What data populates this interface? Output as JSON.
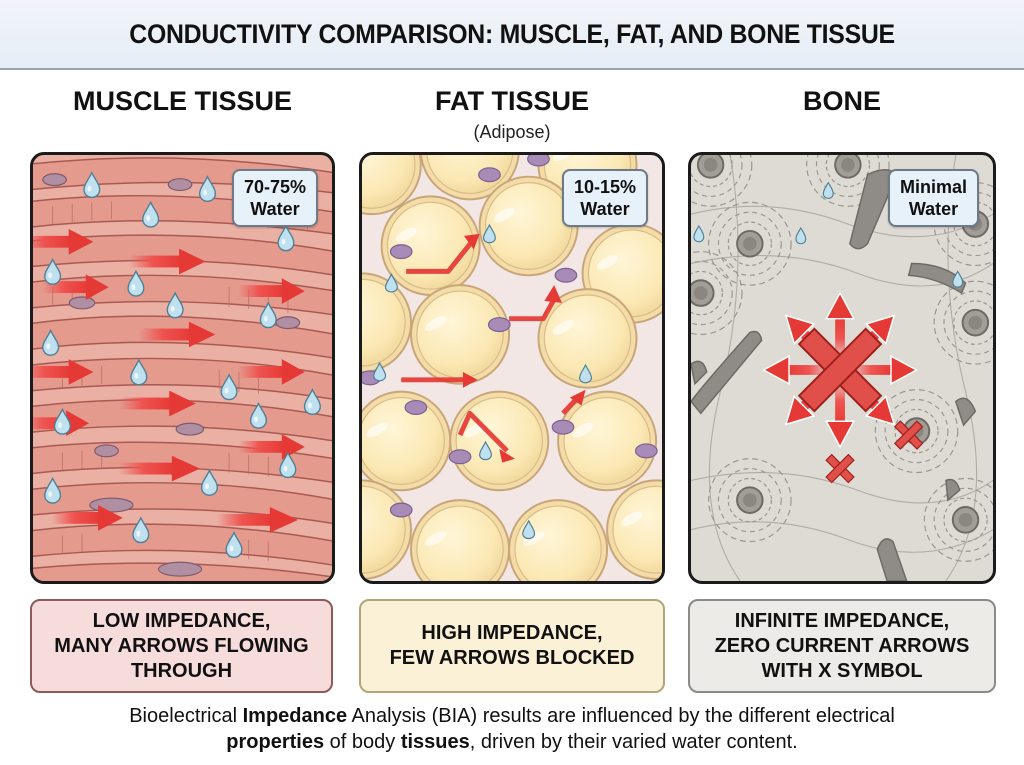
{
  "title": "CONDUCTIVITY COMPARISON: MUSCLE, FAT, AND BONE TISSUE",
  "columns": [
    {
      "heading": "MUSCLE TISSUE",
      "subheading": "",
      "water_badge": {
        "line1": "70-75%",
        "line2": "Water"
      },
      "caption": {
        "line1": "LOW IMPEDANCE,",
        "line2": "MANY ARROWS FLOWING",
        "line3": "THROUGH"
      },
      "colors": {
        "bg": "#e9a99c",
        "fiber": "#d98a7f",
        "arrow": "#e53935",
        "caption_bg": "#f7dcdc"
      }
    },
    {
      "heading": "FAT TISSUE",
      "subheading": "(Adipose)",
      "water_badge": {
        "line1": "10-15%",
        "line2": "Water"
      },
      "caption": {
        "line1": "HIGH IMPEDANCE,",
        "line2": "FEW ARROWS BLOCKED"
      },
      "colors": {
        "bg": "#f3e6e3",
        "cell": "#fbeab8",
        "nucleus": "#a98bb8",
        "arrow": "#e53935",
        "caption_bg": "#fbf1d6"
      }
    },
    {
      "heading": "BONE",
      "subheading": "",
      "water_badge": {
        "line1": "Minimal",
        "line2": "Water"
      },
      "caption": {
        "line1": "INFINITE IMPEDANCE,",
        "line2": "ZERO CURRENT ARROWS",
        "line3": "WITH X SYMBOL"
      },
      "colors": {
        "bg": "#dcd9d2",
        "canal": "#8f8c87",
        "arrow": "#e53935",
        "caption_bg": "#ecebe8"
      }
    }
  ],
  "footer": {
    "p1": "Bioelectrical ",
    "b1": "Impedance",
    "p2": " Analysis (BIA) results are influenced by the different electrical",
    "b2": "properties",
    "p3": " of body ",
    "b3": "tissues",
    "p4": ", driven by their varied water content."
  }
}
